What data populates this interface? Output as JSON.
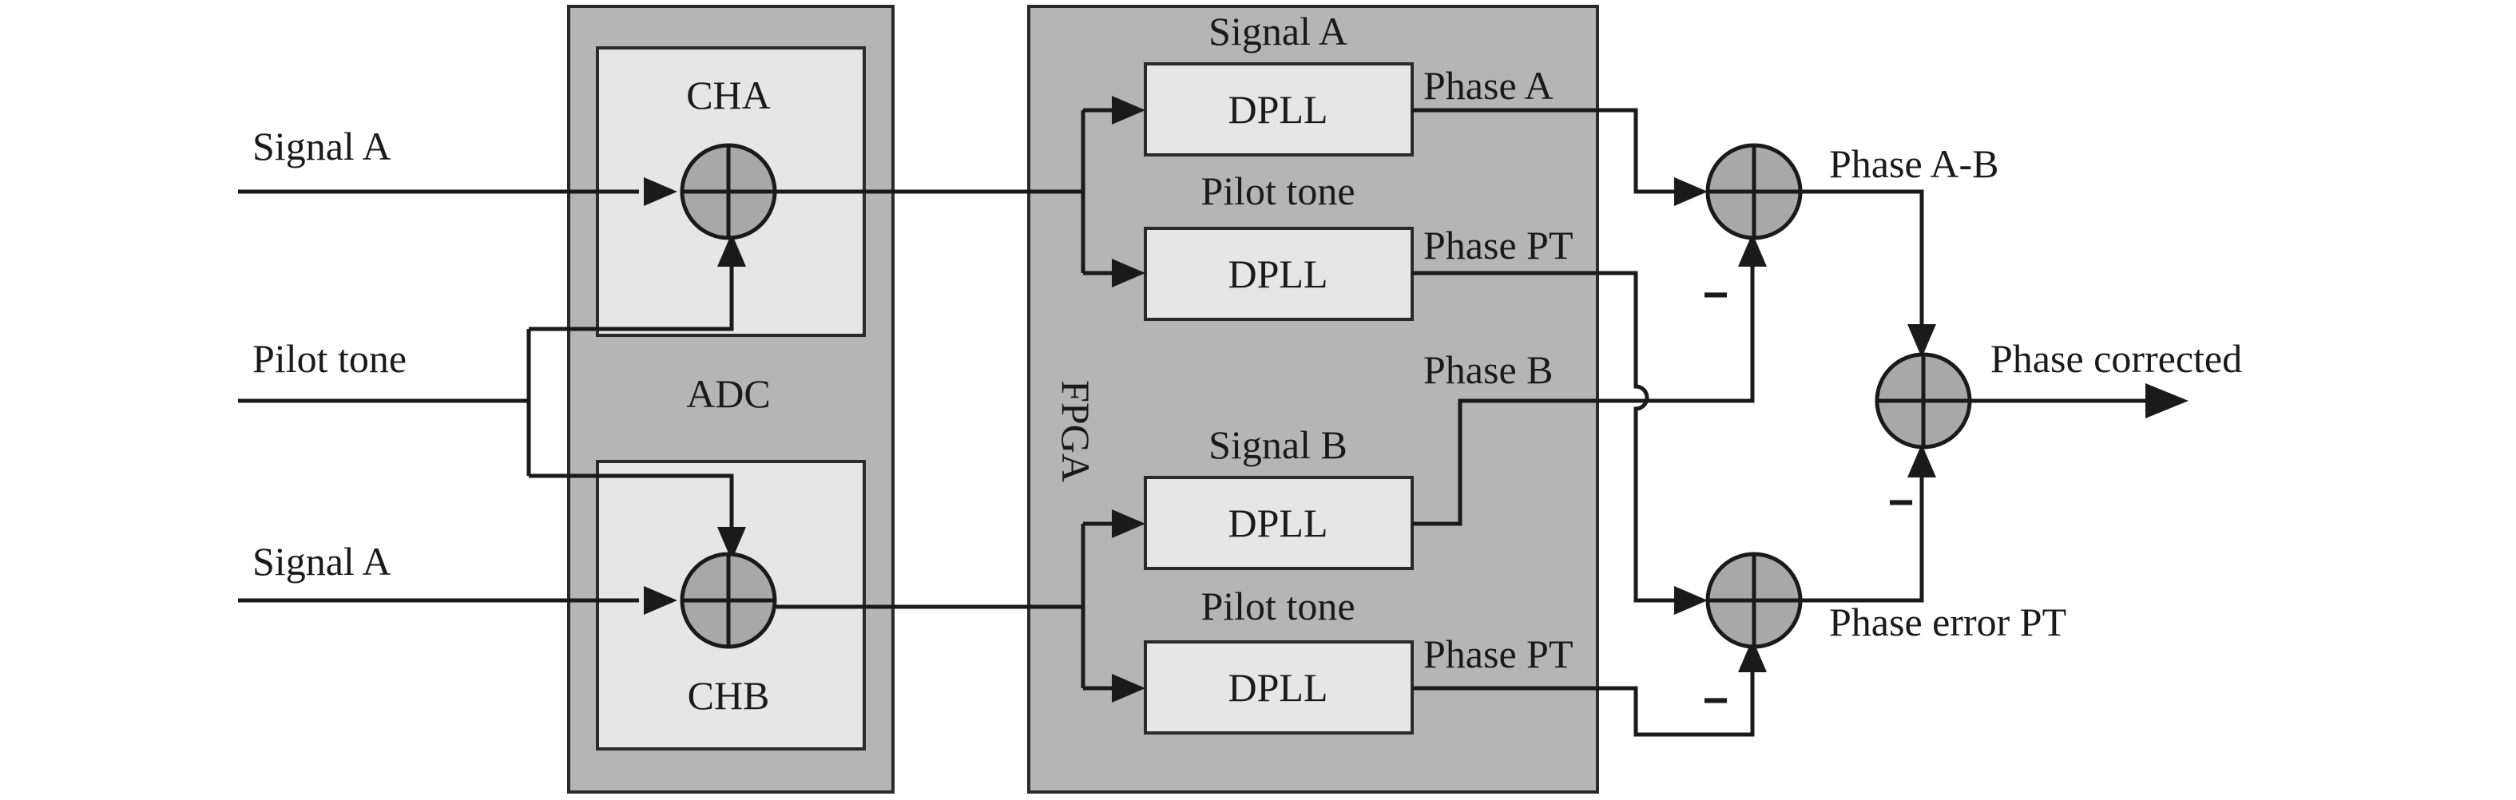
{
  "inputs": {
    "signal_a_top": "Signal A",
    "pilot_tone": "Pilot tone",
    "signal_a_bottom": "Signal A"
  },
  "adc": {
    "label": "ADC",
    "cha": "CHA",
    "chb": "CHB"
  },
  "fpga": {
    "label": "FPGA",
    "blocks": [
      {
        "title": "Signal A",
        "name": "DPLL"
      },
      {
        "title": "Pilot tone",
        "name": "DPLL"
      },
      {
        "title": "Signal B",
        "name": "DPLL"
      },
      {
        "title": "Pilot tone",
        "name": "DPLL"
      }
    ]
  },
  "outputs": {
    "phase_a": "Phase A",
    "phase_pt_1": "Phase PT",
    "phase_b": "Phase B",
    "phase_pt_2": "Phase PT",
    "phase_a_b": "Phase A-B",
    "phase_error_pt": "Phase error PT",
    "phase_corrected": "Phase corrected"
  },
  "signs": {
    "minus": "−"
  }
}
